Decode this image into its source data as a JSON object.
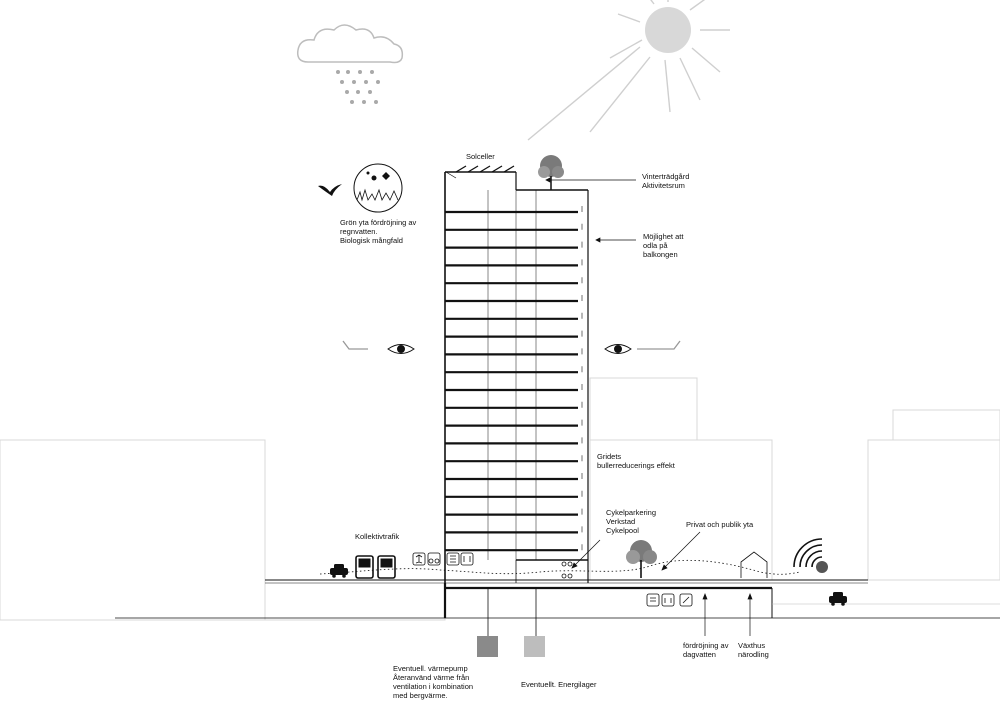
{
  "labels": {
    "solceller": "Solceller",
    "vinterstradgard": "Vinterträdgård\nAktivitetsrum",
    "gron_yta": "Grön yta fördröjning av\nregnvatten.\nBiologisk mångfald",
    "mojlighet": "Möjlighet att\nodla på\nbalkongen",
    "gridets": "Gridets\nbullerreducerings effekt",
    "cykel": "Cykelparkering\nVerkstad\nCykelpool",
    "privat": "Privat och publik yta",
    "kollektivtrafik": "Kollektivtrafik",
    "varmepump": "Eventuell. värmepump\nÅteranvänd värme från\nventilation i kombination\nmed bergvärme.",
    "energilager": "Eventuellt. Energilager",
    "fordrojning": "fördröjning av\ndagvatten",
    "vaxthus": "Växthus\nnärodling"
  },
  "colors": {
    "line": "#111111",
    "context_building": "#d8d8d8",
    "sun": "#cfcfcf",
    "cloud": "#bdbdbd",
    "rain": "#a9a9a9",
    "heat_pump": "#8a8a8a",
    "energy_storage": "#bdbdbd"
  },
  "icons": [
    "sun-icon",
    "cloud-icon",
    "rain-icon",
    "bird-icon",
    "biodiversity-icon",
    "eye-icon",
    "bus-icon",
    "car-icon",
    "tree-icon",
    "bicycle-icon",
    "wifi-signal-icon",
    "greenhouse-icon",
    "solar-panel-icon"
  ]
}
